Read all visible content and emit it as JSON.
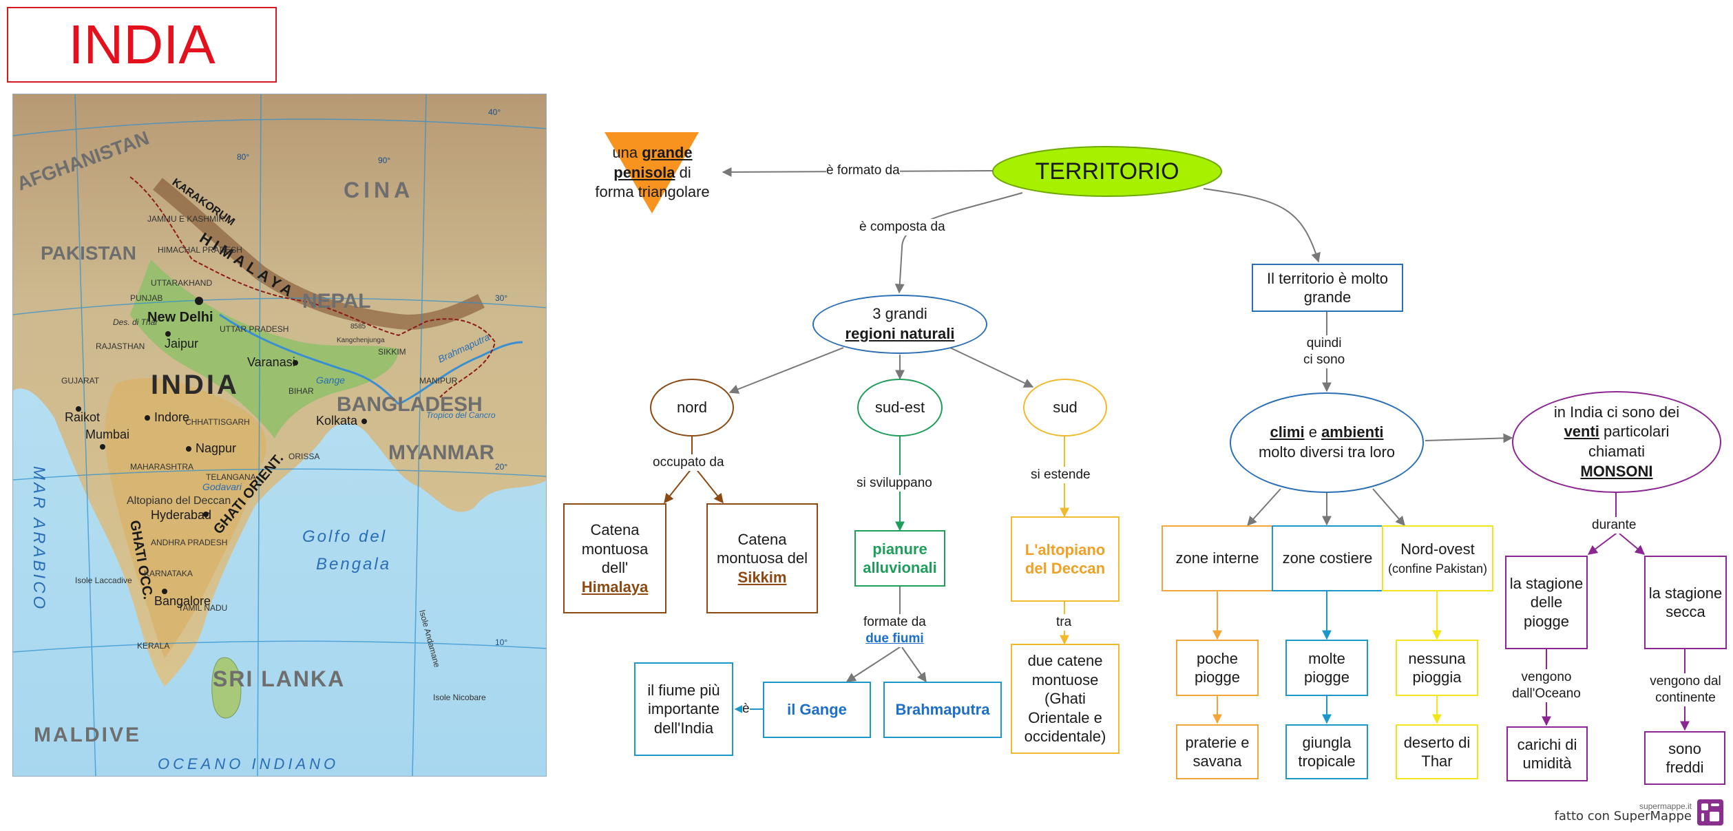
{
  "title": "INDIA",
  "map": {
    "countries": [
      "AFGHANISTAN",
      "PAKISTAN",
      "CINA",
      "NEPAL",
      "INDIA",
      "BANGLADESH",
      "MYANMAR",
      "SRI LANKA",
      "MALDIVE"
    ],
    "waters": [
      "MAR ARABICO",
      "Golfo del",
      "Bengala",
      "OCEANO INDIANO"
    ],
    "mountains": [
      "KARAKORUM",
      "HIMALAYA",
      "GHATI ORIENT.",
      "GHATI OCC."
    ],
    "regions": [
      "JAMMU E KASHMIR",
      "HIMACHAL PRADESH",
      "PUNJAB",
      "UTTARAKHAND",
      "UTTAR PRADESH",
      "RAJASTHAN",
      "GUJARAT",
      "BIHAR",
      "CHHATTISGARH",
      "MAHARASHTRA",
      "ORISSA",
      "TELANGANA",
      "ANDHRA PRADESH",
      "KARNATAKA",
      "TAMIL NADU",
      "KERALA",
      "SIKKIM",
      "MANIPUR"
    ],
    "cities": [
      "New Delhi",
      "Jaipur",
      "Varanasi",
      "Indore",
      "Raikot",
      "Mumbai",
      "Nagpur",
      "Kolkata",
      "Hyderabad",
      "Bangalore"
    ],
    "misc": [
      "Des. di Thar",
      "Altopiano del Deccan",
      "Gange",
      "Brahmaputra",
      "Godavari",
      "Kangchenjunga",
      "8585",
      "Tropico del Cancro",
      "Isole Laccadive",
      "Isole Andamane",
      "Isole Nicobare"
    ],
    "degrees": [
      "40°",
      "80°",
      "90°",
      "30°",
      "20°",
      "10°"
    ]
  },
  "diagram": {
    "root": "TERRITORIO",
    "peninsula": {
      "pre": "una ",
      "u1": "grande",
      "u2": "penisola",
      "post1": " di",
      "post2": "forma triangolare"
    },
    "link_formato": "è formato da",
    "link_composta": "è composta da",
    "regioni": {
      "line1": "3 grandi",
      "u": "regioni naturali"
    },
    "nord": "nord",
    "sudest": "sud-est",
    "sud": "sud",
    "link_occupato": "occupato da",
    "himalaya": {
      "pre": "Catena montuosa dell'",
      "u": "Himalaya"
    },
    "sikkim": {
      "pre": "Catena montuosa del ",
      "u": "Sikkim"
    },
    "link_sviluppano": "si sviluppano",
    "pianure": "pianure alluvionali",
    "link_formate": "formate da",
    "link_fiumi": "due fiumi",
    "fiume_importante": "il fiume più importante dell'India",
    "link_e": "è",
    "gange": "il Gange",
    "brahmaputra": "Brahmaputra",
    "link_estende": "si estende",
    "deccan": "L'altopiano del Deccan",
    "link_tra": "tra",
    "catene": "due catene montuose (Ghati Orientale e occidentale)",
    "territorio_grande": "Il territorio è molto grande",
    "link_quindi": [
      "quindi",
      "ci sono"
    ],
    "climi": {
      "u1": "climi",
      "mid": " e ",
      "u2": "ambienti",
      "rest": "molto diversi tra loro"
    },
    "monsoni": {
      "line1": "in India ci sono dei",
      "u1": "venti",
      "rest1": " particolari",
      "line3": "chiamati",
      "u2": "MONSONI"
    },
    "zone_interne": "zone interne",
    "zone_costiere": "zone costiere",
    "nordovest": {
      "main": "Nord-ovest",
      "sub": "(confine Pakistan)"
    },
    "poche_piogge": "poche piogge",
    "praterie": "praterie e savana",
    "molte_piogge": "molte piogge",
    "giungla": "giungla tropicale",
    "nessuna_pioggia": "nessuna pioggia",
    "deserto": "deserto di Thar",
    "link_durante": "durante",
    "stagione_piogge": "la stagione delle piogge",
    "stagione_secca": "la stagione secca",
    "link_oceano": "vengono dall'Oceano",
    "link_continente": "vengono dal continente",
    "carichi": "carichi di umidità",
    "freddi": "sono freddi"
  },
  "footer": {
    "small": "supermappe.it",
    "big": "fatto con SuperMappe"
  },
  "colors": {
    "title": "#e3111d",
    "root_fill": "#a6f000",
    "triangle": "#f7931e",
    "brown": "#8b4a14",
    "green": "#1e9e5a",
    "yellow": "#f0b92e",
    "orange": "#f3a53a",
    "blue": "#1b98c9",
    "navy": "#2a6eb5",
    "purple": "#8b2592"
  }
}
